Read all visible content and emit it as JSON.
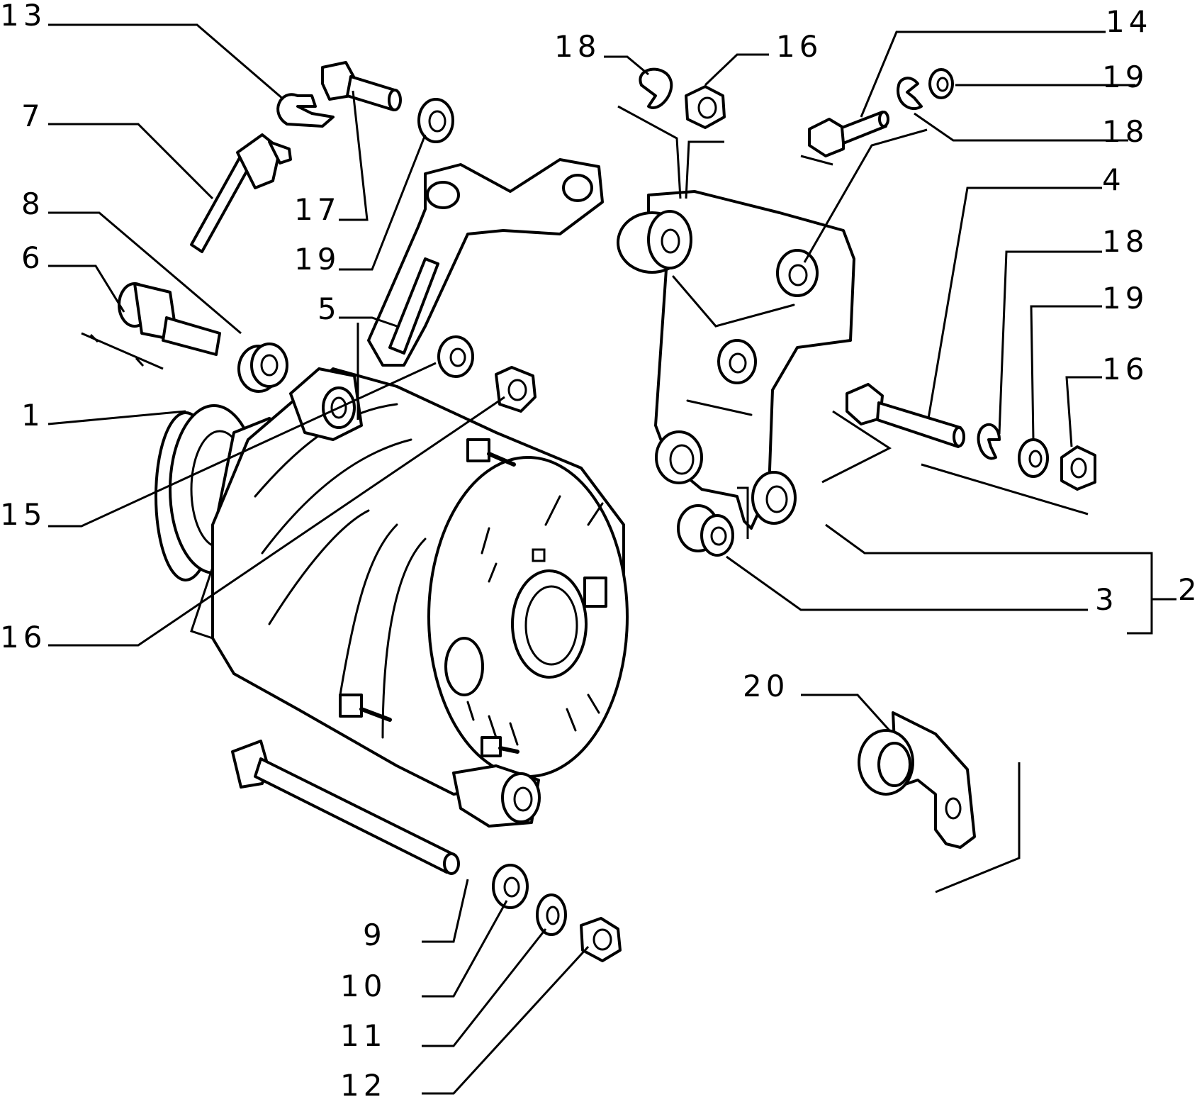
{
  "callouts": [
    {
      "id": "13",
      "label": "13"
    },
    {
      "id": "7",
      "label": "7"
    },
    {
      "id": "8",
      "label": "8"
    },
    {
      "id": "6",
      "label": "6"
    },
    {
      "id": "1",
      "label": "1"
    },
    {
      "id": "15",
      "label": "15"
    },
    {
      "id": "16a",
      "label": "16"
    },
    {
      "id": "17",
      "label": "17"
    },
    {
      "id": "19a",
      "label": "19"
    },
    {
      "id": "5",
      "label": "5"
    },
    {
      "id": "18a",
      "label": "18"
    },
    {
      "id": "16b",
      "label": "16"
    },
    {
      "id": "14",
      "label": "14"
    },
    {
      "id": "19b",
      "label": "19"
    },
    {
      "id": "18b",
      "label": "18"
    },
    {
      "id": "4",
      "label": "4"
    },
    {
      "id": "18c",
      "label": "18"
    },
    {
      "id": "19c",
      "label": "19"
    },
    {
      "id": "16c",
      "label": "16"
    },
    {
      "id": "2",
      "label": "2"
    },
    {
      "id": "3",
      "label": "3"
    },
    {
      "id": "20",
      "label": "20"
    },
    {
      "id": "9",
      "label": "9"
    },
    {
      "id": "10",
      "label": "10"
    },
    {
      "id": "11",
      "label": "11"
    },
    {
      "id": "12",
      "label": "12"
    }
  ]
}
